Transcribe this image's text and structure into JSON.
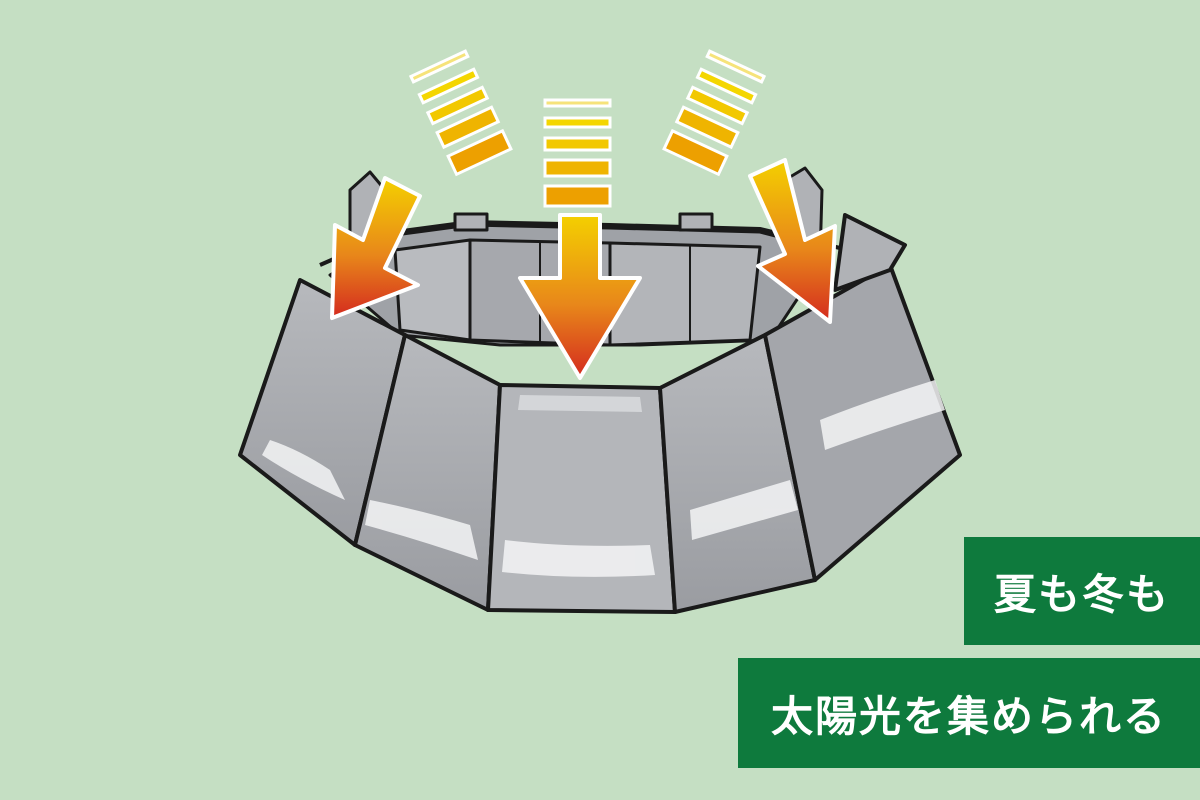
{
  "colors": {
    "background": "#c5dfc3",
    "caption_box": "#0e7a3d",
    "caption_text": "#ffffff",
    "panel_fill": "#a7a9ad",
    "panel_dark": "#7f8287",
    "panel_highlight": "#f4f5f6",
    "outline": "#1a1a1a",
    "arrow_tip": "#d42a1f",
    "arrow_mid": "#e8871a",
    "arrow_tail": "#f4d000"
  },
  "illustration": {
    "subject": "folding-windscreen",
    "arrow_count": 3
  },
  "captions": {
    "line1": "夏も冬も",
    "line2": "太陽光を集められる"
  }
}
